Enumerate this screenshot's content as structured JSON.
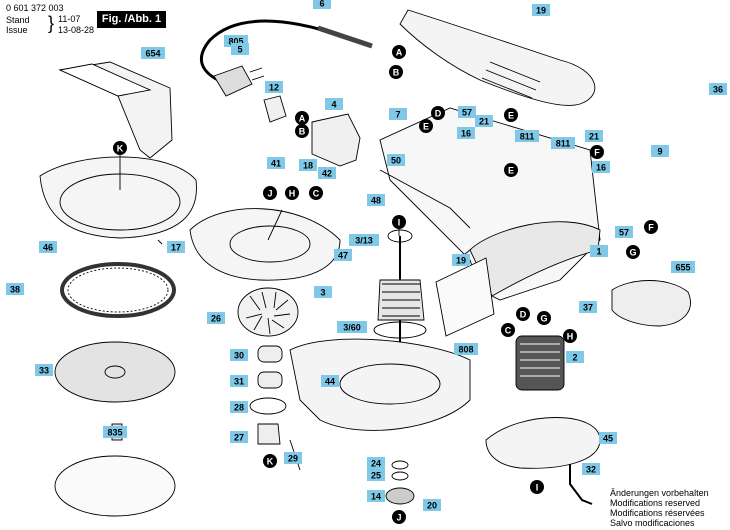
{
  "header": {
    "part_number": "0 601 372 003",
    "stand_label": "Stand",
    "issue_label": "Issue",
    "stand_value": "11-07",
    "issue_value": "13-08-28",
    "figure_label": "Fig. /Abb. 1"
  },
  "footer_notes": [
    "Änderungen vorbehalten",
    "Modifications reserved",
    "Modifications réservées",
    "Salvo modificaciones"
  ],
  "colors": {
    "label_fill": "#7fc8e8",
    "circle_fill": "#000000",
    "line": "#000000"
  },
  "part_labels": [
    "6",
    "19",
    "805",
    "5",
    "654",
    "A",
    "B",
    "36",
    "12",
    "4",
    "A",
    "B",
    "57",
    "7",
    "D",
    "E",
    "E",
    "21",
    "811",
    "16",
    "811",
    "21",
    "F",
    "16",
    "9",
    "E",
    "41",
    "18",
    "42",
    "H",
    "C",
    "50",
    "K",
    "48",
    "I",
    "46",
    "17",
    "3/13",
    "19",
    "57",
    "F",
    "G",
    "J",
    "1",
    "47",
    "655",
    "3",
    "38",
    "37",
    "D",
    "G",
    "26",
    "3/60",
    "C",
    "H",
    "808",
    "2",
    "30",
    "33",
    "31",
    "44",
    "28",
    "835",
    "27",
    "45",
    "K",
    "29",
    "24",
    "25",
    "I",
    "32",
    "14",
    "20",
    "J"
  ],
  "reference_letters": [
    "A",
    "B",
    "C",
    "D",
    "E",
    "F",
    "G",
    "H",
    "I",
    "J",
    "K"
  ]
}
